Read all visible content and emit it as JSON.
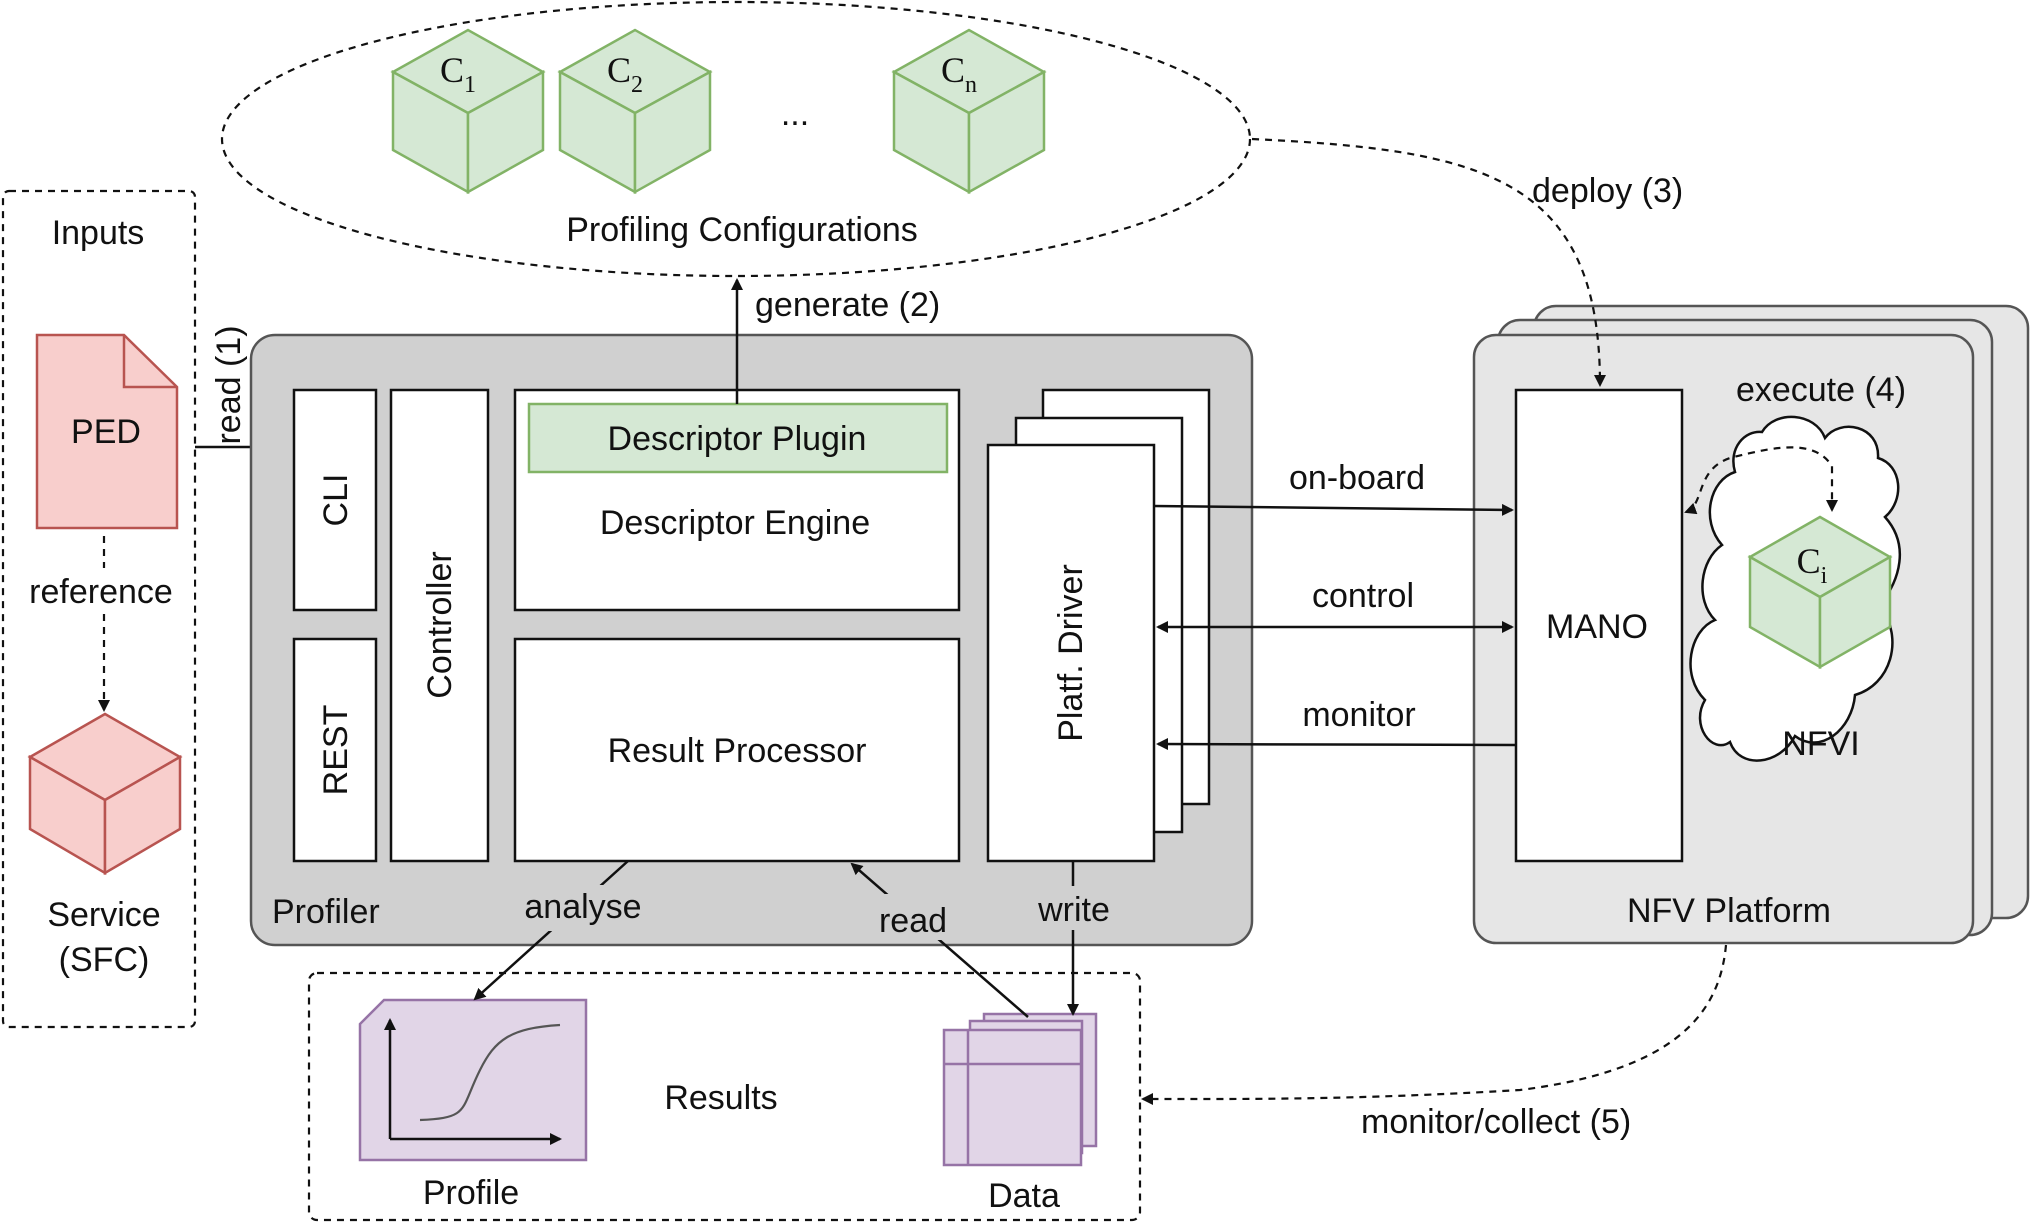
{
  "colors": {
    "profiler_fill": "#d0d0d0",
    "platform_fill": "#e6e6e6",
    "green_fill": "#d5e8d4",
    "green_stroke": "#82b366",
    "red_fill": "#f8cecc",
    "red_stroke": "#b85450",
    "purple_fill": "#e1d5e7",
    "purple_stroke": "#9673a6"
  },
  "inputs": {
    "title": "Inputs",
    "ped_label": "PED",
    "reference_label": "reference",
    "service_label_line1": "Service",
    "service_label_line2": "(SFC)"
  },
  "configs": {
    "label": "Profiling Configurations",
    "cube1": {
      "base": "C",
      "sub": "1"
    },
    "cube2": {
      "base": "C",
      "sub": "2"
    },
    "ellipsis": "...",
    "cuben": {
      "base": "C",
      "sub": "n"
    }
  },
  "profiler": {
    "label": "Profiler",
    "cli": "CLI",
    "rest": "REST",
    "controller": "Controller",
    "descriptor_plugin": "Descriptor Plugin",
    "descriptor_engine": "Descriptor Engine",
    "result_processor": "Result Processor",
    "platf_driver": "Platf. Driver"
  },
  "platform": {
    "label": "NFV Platform",
    "mano": "MANO",
    "execute": "execute (4)",
    "nfvi": "NFVI",
    "cube": {
      "base": "C",
      "sub": "i"
    }
  },
  "arrows": {
    "read1": "read (1)",
    "generate2": "generate (2)",
    "deploy3": "deploy (3)",
    "onboard": "on-board",
    "control": "control",
    "monitor": "monitor",
    "monitor_collect5": "monitor/collect (5)",
    "analyse": "analyse",
    "read": "read",
    "write": "write"
  },
  "results": {
    "title": "Results",
    "profile": "Profile",
    "data": "Data"
  }
}
